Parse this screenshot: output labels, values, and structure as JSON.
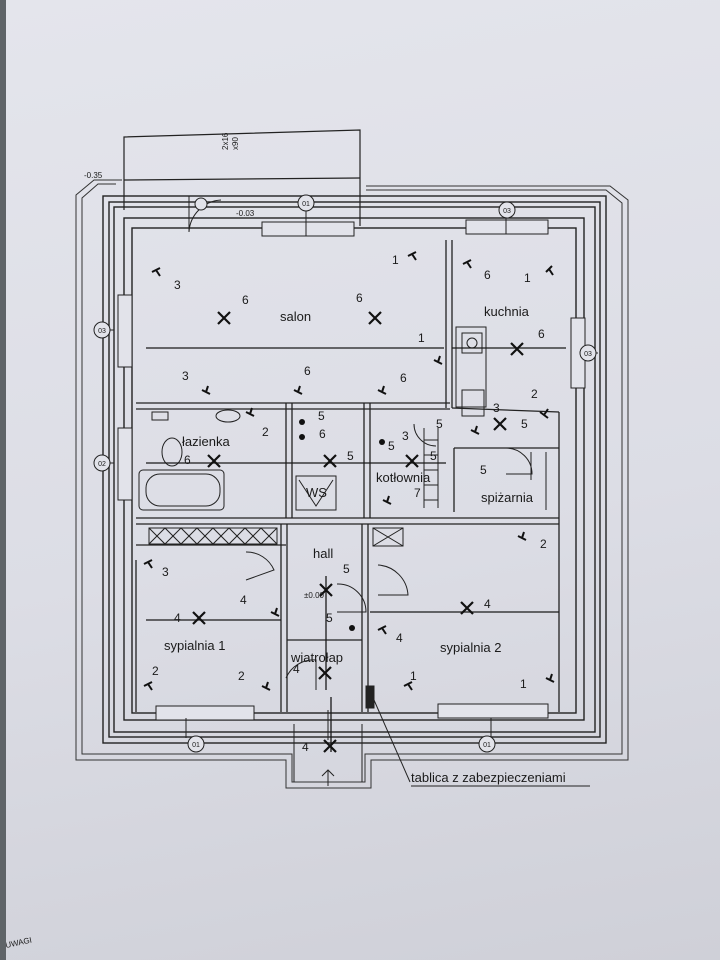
{
  "rooms": {
    "salon": "salon",
    "kuchnia": "kuchnia",
    "lazienka": "łazienka",
    "kotlownia": "kotłownia",
    "spizarnia": "spiżarnia",
    "hall": "hall",
    "sypialnia1": "sypialnia 1",
    "sypialnia2": "sypialnia 2",
    "wiatrolap": "wiatrołap",
    "ws": "WS"
  },
  "annotation": "tablica z zabezpieczeniami",
  "axes": {
    "a01": "01",
    "a02": "02",
    "a03": "03"
  },
  "levels": {
    "l1": "-0.35",
    "l2": "-0.03",
    "l3": "±0.00"
  },
  "dim": {
    "d1": "2x16",
    "d2": "x90"
  },
  "footer": "UWAGI",
  "numbers": {
    "n1": "3",
    "n2": "6",
    "n3": "6",
    "n4": "1",
    "n5": "6",
    "n6": "1",
    "n7": "3",
    "n8": "6",
    "n9": "6",
    "n10": "1",
    "n11": "6",
    "n12": "2",
    "n13": "5",
    "n14": "2",
    "n15": "5",
    "n16": "6",
    "n17": "6",
    "n18": "5",
    "n19": "3",
    "n20": "5",
    "n21": "5",
    "n22": "3",
    "n23": "5",
    "n24": "5",
    "n25": "7",
    "n26": "2",
    "n27": "3",
    "n28": "5",
    "n29": "4",
    "n30": "4",
    "n31": "5",
    "n32": "4",
    "n33": "2",
    "n34": "2",
    "n35": "4",
    "n36": "1",
    "n37": "1",
    "n38": "4",
    "n39": "4"
  }
}
